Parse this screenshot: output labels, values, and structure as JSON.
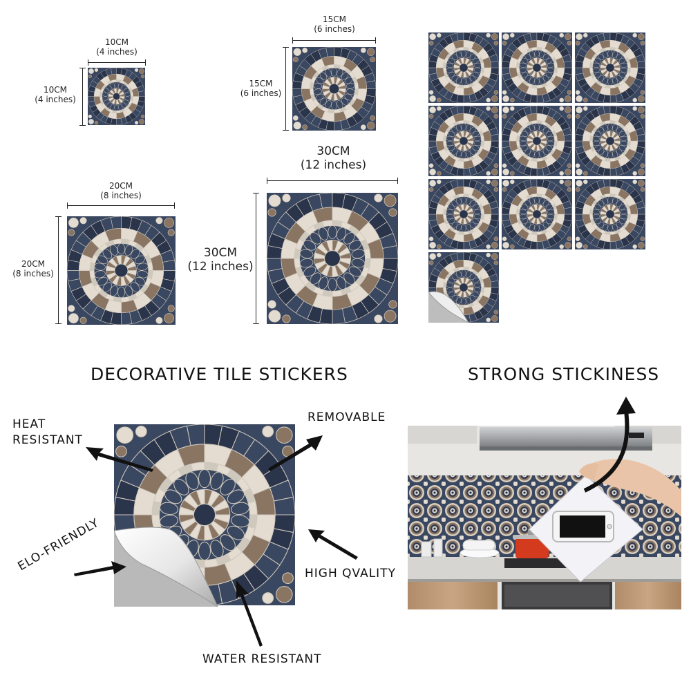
{
  "sizes": [
    {
      "w_top": "10CM",
      "w_bottom": "(4 inches)",
      "h_top": "10CM",
      "h_bottom": "(4 inches)"
    },
    {
      "w_top": "15CM",
      "w_bottom": "(6 inches)",
      "h_top": "15CM",
      "h_bottom": "(6 inches)"
    },
    {
      "w_top": "20CM",
      "w_bottom": "(8 inches)",
      "h_top": "20CM",
      "h_bottom": "(8 inches)"
    },
    {
      "w_top": "30CM",
      "w_bottom": "(12 inches)",
      "h_top": "30CM",
      "h_bottom": "(12 inches)"
    }
  ],
  "headings": {
    "left": "DECORATIVE TILE STICKERS",
    "right": "STRONG STICKINESS"
  },
  "features": {
    "heat_line1": "HEAT",
    "heat_line2": "RESISTANT",
    "removable": "REMOVABLE",
    "eco": "ELO-FRIENDLY",
    "quality": "HIGH QVALITY",
    "water": "WATER RESISTANT"
  },
  "colors": {
    "navy": "#3a4760",
    "navy_dark": "#2a344a",
    "tan": "#8a7563",
    "cream": "#e4dcd0",
    "grout": "#cfc8bd",
    "white": "#ffffff"
  }
}
